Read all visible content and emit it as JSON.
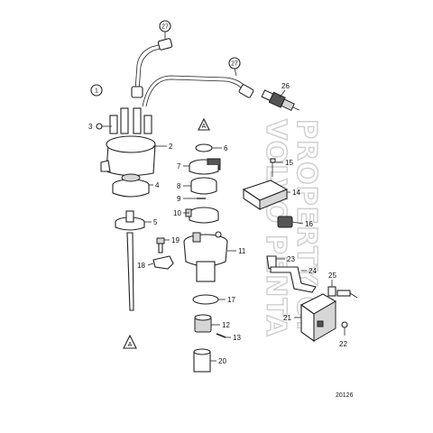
{
  "diagram": {
    "watermark_line1": "PROPERTY OF",
    "watermark_line2": "VOLVO PENTA",
    "reference_number": "20126",
    "circled_labels": [
      "27",
      "27",
      "26",
      "1"
    ],
    "triangle_labels": [
      "A",
      "A"
    ],
    "callouts": [
      "2",
      "3",
      "4",
      "5",
      "6",
      "7",
      "8",
      "9",
      "10",
      "11",
      "12",
      "13",
      "14",
      "15",
      "16",
      "17",
      "18",
      "19",
      "20",
      "21",
      "22",
      "23",
      "24",
      "25"
    ]
  }
}
